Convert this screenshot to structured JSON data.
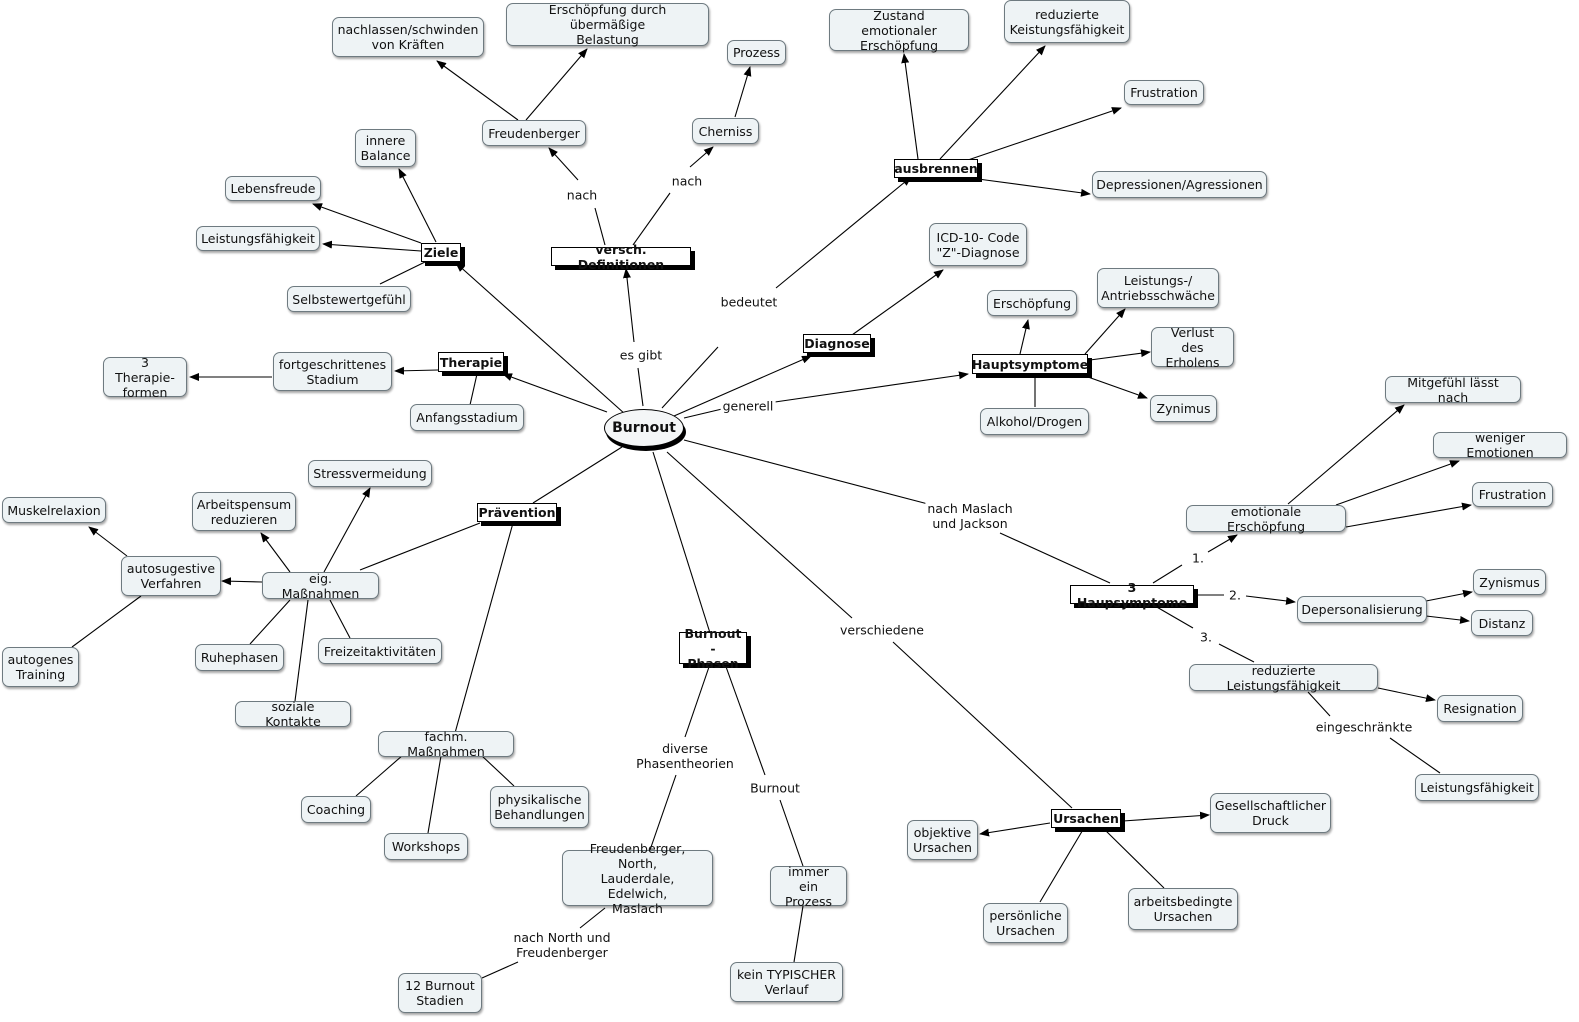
{
  "nodes": {
    "burnout": "Burnout",
    "ziele": "Ziele",
    "innere_balance": "innere\nBalance",
    "lebensfreude": "Lebensfreude",
    "leistungsfaehigkeit_z": "Leistungsfähigkeit",
    "selbstwert": "Selbstewertgefühl",
    "versch_def": "versch. Definitionen",
    "freudenberger": "Freudenberger",
    "nachlassen": "nachlassen/schwinden\nvon Kräften",
    "erschoepfung_ueber": "Erschöpfung durch übermäßige\nBelastung",
    "cherniss": "Cherniss",
    "prozess": "Prozess",
    "ausbrennen": "ausbrennen",
    "zustand": "Zustand emotionaler\nErschöpfung",
    "reduz_leist_a": "reduzierte\nKeistungsfähigkeit",
    "frustration_a": "Frustration",
    "depressionen": "Depressionen/Agressionen",
    "diagnose": "Diagnose",
    "icd": "ICD-10- Code\n\"Z\"-Diagnose",
    "hauptsymptome": "Hauptsymptome",
    "erschoepfung_h": "Erschöpfung",
    "leistungs_antrieb": "Leistungs-/\nAntriebsschwäche",
    "verlust": "Verlust des\nErholens",
    "zynimus": "Zynimus",
    "alkohol": "Alkohol/Drogen",
    "therapie": "Therapie",
    "fortgeschritten": "fortgeschrittenes\nStadium",
    "therapieformen": "3 Therapie-\nformen",
    "anfangsstadium": "Anfangsstadium",
    "praevention": "Prävention",
    "eig_massnahmen": "eig. Maßnahmen",
    "stressvermeidung": "Stressvermeidung",
    "arbeitspensum": "Arbeitspensum\nreduzieren",
    "autosugestive": "autosugestive\nVerfahren",
    "muskelrelaxion": "Muskelrelaxion",
    "autogenes": "autogenes\nTraining",
    "ruhephasen": "Ruhephasen",
    "freizeit": "Freizeitaktivitäten",
    "soziale": "soziale Kontakte",
    "fachm": "fachm. Maßnahmen",
    "coaching": "Coaching",
    "workshops": "Workshops",
    "physikalische": "physikalische\nBehandlungen",
    "phasen": "Burnout -\nPhasen",
    "freud_north": "Freudenberger, North,\nLauderdale, Edelwich,\nMaslach",
    "zwoelf": "12 Burnout\nStadien",
    "immer_prozess": "immer ein\nProzess",
    "kein_typisch": "kein TYPISCHER\nVerlauf",
    "ursachen": "Ursachen",
    "objektive": "objektive\nUrsachen",
    "persoenliche": "persönliche\nUrsachen",
    "arbeitsbedingt": "arbeitsbedingte\nUrsachen",
    "gesellschaft": "Gesellschaftlicher\nDruck",
    "drei_haupt": "3 Haupsymptome",
    "emotionale": "emotionale Erschöpfung",
    "mitgefuehl": "Mitgefühl lässt nach",
    "weniger_emo": "weniger Emotionen",
    "frustration_m": "Frustration",
    "depersonal": "Depersonalisierung",
    "zynismus": "Zynismus",
    "distanz": "Distanz",
    "reduz_leist_m": "reduzierte Leistungsfähigkeit",
    "resignation": "Resignation",
    "leist_m": "Leistungsfähigkeit"
  },
  "edge_labels": {
    "es_gibt": "es gibt",
    "nach_1": "nach",
    "nach_2": "nach",
    "bedeutet": "bedeutet",
    "generell": "generell",
    "nach_maslach": "nach Maslach\nund Jackson",
    "verschiedene": "verschiedene",
    "diverse": "diverse\nPhasentheorien",
    "burnout_lbl": "Burnout",
    "nach_north": "nach North und\nFreudenberger",
    "eins": "1.",
    "zwei": "2.",
    "drei": "3.",
    "eingeschraenkte": "eingeschränkte"
  }
}
